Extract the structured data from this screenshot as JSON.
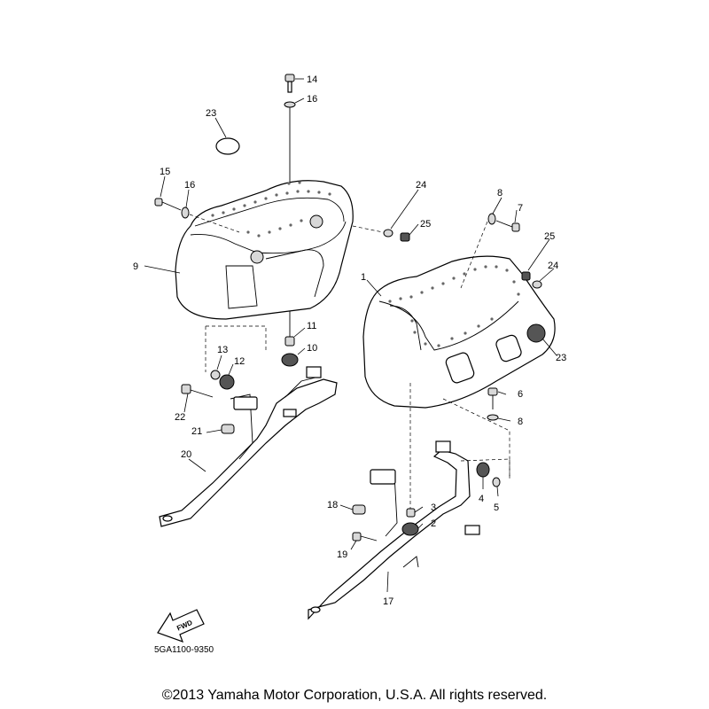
{
  "catalog_code": "5GA1100-9350",
  "copyright": "©2013 Yamaha Motor Corporation, U.S.A. All rights reserved.",
  "fwd_label": "FWD",
  "callouts": {
    "c1": "1",
    "c2": "2",
    "c3": "3",
    "c4": "4",
    "c5": "5",
    "c6": "6",
    "c7": "7",
    "c8a": "8",
    "c8b": "8",
    "c9": "9",
    "c10": "10",
    "c11": "11",
    "c12": "12",
    "c13": "13",
    "c14": "14",
    "c15": "15",
    "c16a": "16",
    "c16b": "16",
    "c17": "17",
    "c18": "18",
    "c19": "19",
    "c20": "20",
    "c21": "21",
    "c22": "22",
    "c23a": "23",
    "c23b": "23",
    "c24a": "24",
    "c24b": "24",
    "c25a": "25",
    "c25b": "25"
  }
}
